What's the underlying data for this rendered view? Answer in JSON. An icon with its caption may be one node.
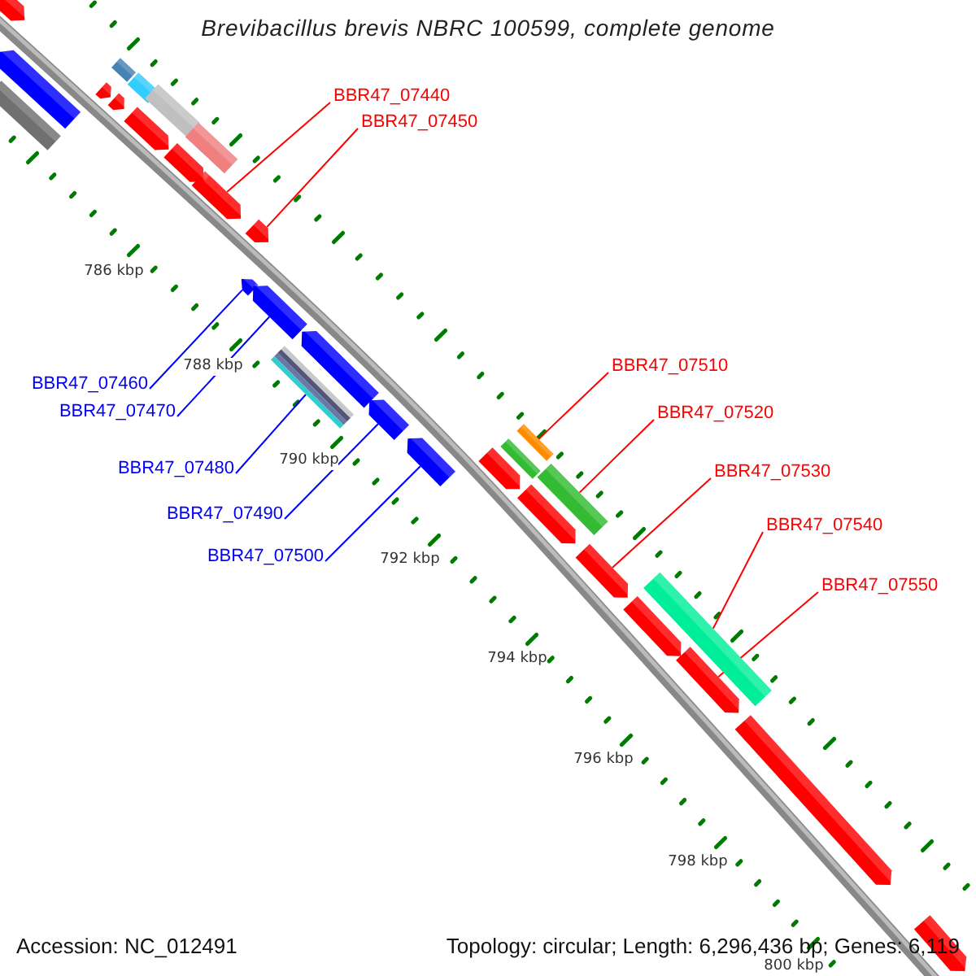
{
  "diagram": {
    "title": "Brevibacillus brevis NBRC 100599, complete genome",
    "nodes": [
      {
        "text": [
          "BBR47_07440"
        ]
      },
      {
        "text": [],
        "shape": "arrow"
      },
      {
        "text": [
          "BBR47_07450"
        ]
      },
      {
        "text": [],
        "shape": "arrow"
      },
      {
        "text": [
          "BBR47_07460"
        ]
      },
      {
        "text": [],
        "shape": "arrow"
      },
      {
        "text": [
          "BBR47_07470"
        ]
      },
      {
        "text": [],
        "shape": "arrow"
      },
      {
        "text": [
          "BBR47_07480"
        ]
      },
      {
        "text": [],
        "shape": "box"
      },
      {
        "text": [
          "BBR47_07490"
        ]
      },
      {
        "text": [],
        "shape": "arrow"
      },
      {
        "text": [
          "BBR47_07500"
        ]
      },
      {
        "text": [],
        "shape": "arrow"
      },
      {
        "text": [
          "BBR47_07510"
        ]
      },
      {
        "text": [],
        "shape": "box"
      },
      {
        "text": [
          "BBR47_07520"
        ]
      },
      {
        "text": [],
        "shape": "box"
      },
      {
        "text": [
          "BBR47_07530"
        ]
      },
      {
        "text": [],
        "shape": "arrow"
      },
      {
        "text": [
          "BBR47_07540"
        ]
      },
      {
        "text": [],
        "shape": "box"
      },
      {
        "text": [
          "BBR47_07550"
        ]
      },
      {
        "text": [],
        "shape": "arrow"
      },
      {
        "text": [],
        "shape": "arrow"
      },
      {
        "text": [],
        "shape": "box"
      },
      {
        "text": [],
        "shape": "box"
      },
      {
        "text": [],
        "shape": "arrow"
      },
      {
        "text": [],
        "shape": "arrow"
      },
      {
        "text": [],
        "shape": "box"
      },
      {
        "text": [],
        "shape": "box"
      },
      {
        "text": [],
        "shape": "arrow"
      },
      {
        "text": [],
        "shape": "arrow"
      },
      {
        "text": [],
        "shape": "arrow"
      },
      {
        "text": [],
        "shape": "box"
      },
      {
        "text": [],
        "shape": "arrow"
      },
      {
        "text": [],
        "shape": "box"
      },
      {
        "text": [],
        "shape": "arrow"
      },
      {
        "text": [],
        "shape": "arrow"
      },
      {
        "text": [],
        "shape": "arrow"
      },
      {
        "text": [],
        "shape": "arrow"
      },
      {
        "text": [],
        "shape": "arrow"
      }
    ],
    "edges": [
      {
        "from": 0,
        "to": 1,
        "arrow": "none"
      },
      {
        "from": 2,
        "to": 3,
        "arrow": "none"
      },
      {
        "from": 4,
        "to": 5,
        "arrow": "none",
        "color": "#0000ff"
      },
      {
        "from": 6,
        "to": 7,
        "arrow": "none",
        "color": "#0000ff"
      },
      {
        "from": 8,
        "to": 9,
        "arrow": "none",
        "color": "#0000ff"
      },
      {
        "from": 10,
        "to": 11,
        "arrow": "none",
        "color": "#0000ff"
      },
      {
        "from": 12,
        "to": 13,
        "arrow": "none",
        "color": "#0000ff"
      },
      {
        "from": 14,
        "to": 15,
        "arrow": "none"
      },
      {
        "from": 16,
        "to": 17,
        "arrow": "none"
      },
      {
        "from": 18,
        "to": 19,
        "arrow": "none"
      },
      {
        "from": 20,
        "to": 21,
        "arrow": "none"
      },
      {
        "from": 22,
        "to": 23,
        "arrow": "none"
      }
    ],
    "labels": [
      "786 kbp",
      "788 kbp",
      "790 kbp",
      "792 kbp",
      "794 kbp",
      "796 kbp",
      "798 kbp",
      "800 kbp",
      "Accession: NC_012491",
      "Topology: circular; Length: 6,296,436 bp; Genes: 6,119"
    ]
  }
}
